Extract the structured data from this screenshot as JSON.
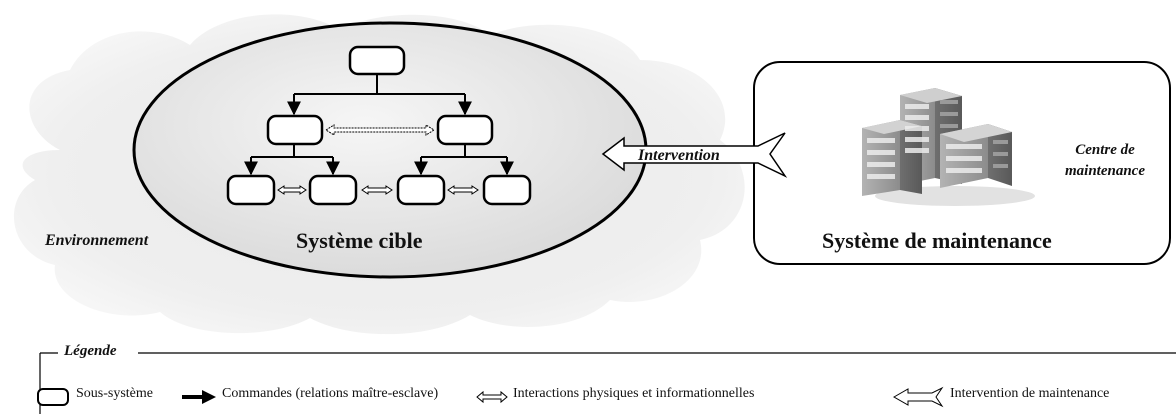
{
  "diagram": {
    "environment_label": "Environnement",
    "target_system": {
      "title": "Système cible"
    },
    "maintenance_system": {
      "title": "Système de maintenance",
      "center_label": "Centre de maintenance",
      "icon": "office-building-icon"
    },
    "intervention_label": "Intervention"
  },
  "legend": {
    "title": "Légende",
    "items": [
      {
        "icon": "rounded-box-icon",
        "label": "Sous-système"
      },
      {
        "icon": "solid-arrow-icon",
        "label": "Commandes (relations maître-esclave)"
      },
      {
        "icon": "double-hollow-arrow-icon",
        "label": "Interactions physiques et informationnelles"
      },
      {
        "icon": "hollow-left-arrow-icon",
        "label": "Intervention de maintenance"
      }
    ]
  },
  "colors": {
    "ellipse_fill": "#e6e6e6",
    "cloud": "#ededed",
    "building": "#8a8a8a",
    "stroke": "#000000"
  }
}
